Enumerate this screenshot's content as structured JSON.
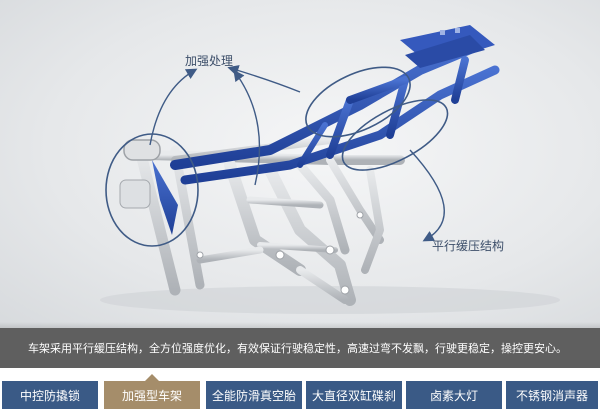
{
  "callouts": {
    "reinforcement": "加强处理",
    "parallel_buffer": "平行缓压结构"
  },
  "caption": "车架采用平行缓压结构，全方位强度优化，有效保证行驶稳定性，高速过弯不发飘，行驶更稳定，操控更安心。",
  "tabs": [
    {
      "label": "中控防撬锁",
      "active": false
    },
    {
      "label": "加强型车架",
      "active": true
    },
    {
      "label": "全能防滑真空胎",
      "active": false
    },
    {
      "label": "大直径双缸碟刹",
      "active": false
    },
    {
      "label": "卤素大灯",
      "active": false
    },
    {
      "label": "不锈钢消声器",
      "active": false
    }
  ],
  "colors": {
    "tab_bg": "#3a5a86",
    "tab_active_bg": "#a58d6a",
    "caption_bg": "#5f5f5f",
    "frame_blue": "#2f56b8",
    "frame_silver": "#c9ccd0",
    "callout_stroke": "#3f5b86"
  }
}
